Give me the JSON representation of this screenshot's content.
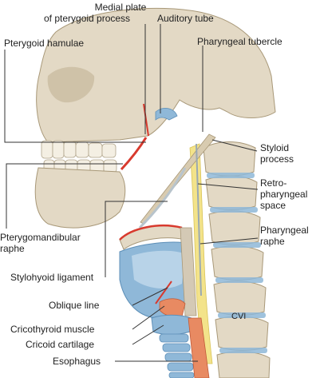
{
  "labels": {
    "medial_plate_line1": "Medial plate",
    "medial_plate_line2": "of pterygoid process",
    "auditory_tube": "Auditory tube",
    "pterygoid_hamulae": "Pterygoid hamulae",
    "pharyngeal_tubercle": "Pharyngeal tubercle",
    "styloid_line1": "Styloid",
    "styloid_line2": "process",
    "retro_line1": "Retro-",
    "retro_line2": "pharyngeal",
    "retro_line3": "space",
    "pterygomandibular_line1": "Pterygomandibular",
    "pterygomandibular_line2": "raphe",
    "pharyngeal_raphe_line1": "Pharyngeal",
    "pharyngeal_raphe_line2": "raphe",
    "stylohyoid_ligament": "Stylohyoid ligament",
    "oblique_line": "Oblique line",
    "cricothyroid_muscle": "Cricothyroid muscle",
    "cricoid_cartilage": "Cricoid cartilage",
    "esophagus": "Esophagus",
    "cvi": "CVI"
  },
  "colors": {
    "bone": "#e3d9c5",
    "bone_shadow": "#c9bba0",
    "bone_dark": "#a89878",
    "cartilage_blue": "#8fb8d8",
    "cartilage_light": "#bcd6ea",
    "raphe_red": "#d83a2e",
    "muscle_salmon": "#e88a62",
    "retro_yellow": "#f3e38a",
    "leader": "#333333"
  }
}
